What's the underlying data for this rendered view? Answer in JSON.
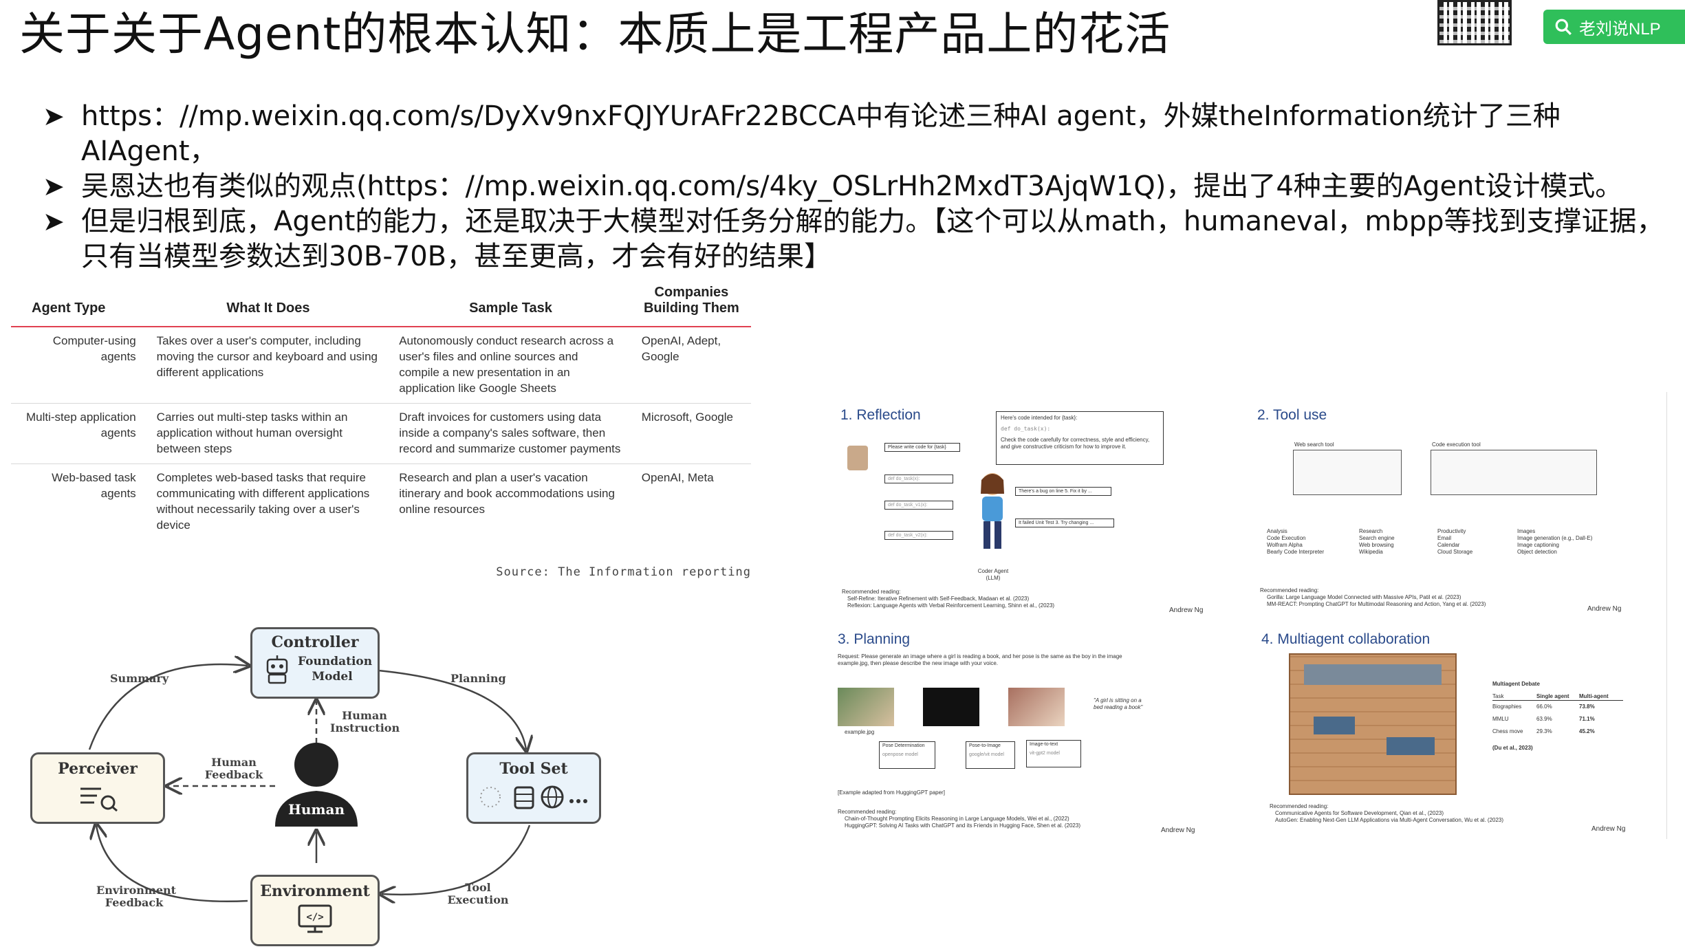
{
  "title": "关于关于Agent的根本认知：本质上是工程产品上的花活",
  "badge": {
    "icon": "search-icon",
    "label": "老刘说NLP",
    "color": "#2fbf5a"
  },
  "bullets": [
    "https：//mp.weixin.qq.com/s/DyXv9nxFQJYUrAFr22BCCA中有论述三种AI agent，外媒theInformation统计了三种AIAgent，",
    "吴恩达也有类似的观点(https：//mp.weixin.qq.com/s/4ky_OSLrHh2MxdT3AjqW1Q)，提出了4种主要的Agent设计模式。",
    "但是归根到底，Agent的能力，还是取决于大模型对任务分解的能力。【这个可以从math，humaneval，mbpp等找到支撑证据，只有当模型参数达到30B-70B，甚至更高，才会有好的结果】"
  ],
  "table": {
    "headers": [
      "Agent Type",
      "What It Does",
      "Sample Task",
      "Companies Building Them"
    ],
    "rows": [
      [
        "Computer-using agents",
        "Takes over a user's computer, including moving the cursor and keyboard and using different applications",
        "Autonomously conduct research across a user's files and online sources and compile a new presentation in an application like Google Sheets",
        "OpenAI, Adept, Google"
      ],
      [
        "Multi-step application agents",
        "Carries out multi-step tasks within an application without human oversight between steps",
        "Draft invoices for customers using data inside a company's sales software, then record and summarize customer payments",
        "Microsoft, Google"
      ],
      [
        "Web-based task agents",
        "Completes web-based tasks that require communicating with different applications without necessarily taking over a user's device",
        "Research and plan a user's vacation itinerary and book accommodations using online resources",
        "OpenAI, Meta"
      ]
    ],
    "source": "Source: The Information reporting"
  },
  "diagram": {
    "controller": "Controller",
    "foundation": "Foundation Model",
    "perceiver": "Perceiver",
    "toolset": "Tool Set",
    "environment": "Environment",
    "human": "Human",
    "labels": {
      "summary": "Summary",
      "planning": "Planning",
      "human_instruction": "Human Instruction",
      "human_feedback": "Human Feedback",
      "env_feedback": "Environment Feedback",
      "tool_execution": "Tool Execution"
    }
  },
  "panels": {
    "reflection": {
      "title": "1. Reflection",
      "box_top": "Here's code intended for {task}:",
      "box_top2": "Check the code carefully for correctness, style and efficiency, and give constructive criticism for how to improve it.",
      "prompt": "Please write code for {task}",
      "bubble1": "There's a bug on line 5. Fix it by ...",
      "bubble2": "It failed Unit Test 3. Try changing ...",
      "agent": "Coder Agent (LLM)",
      "reading": "Recommended reading:",
      "refs": [
        "Self-Refine: Iterative Refinement with Self-Feedback, Madaan et al. (2023)",
        "Reflexion: Language Agents with Verbal Reinforcement Learning, Shinn et al., (2023)"
      ],
      "author": "Andrew Ng"
    },
    "tooluse": {
      "title": "2. Tool use",
      "web": "Web search tool",
      "code": "Code execution tool",
      "cats": [
        {
          "name": "Analysis",
          "items": [
            "Code Execution",
            "Wolfram Alpha",
            "Bearly Code Interpreter"
          ]
        },
        {
          "name": "Research",
          "items": [
            "Search engine",
            "Web browsing",
            "Wikipedia"
          ]
        },
        {
          "name": "Productivity",
          "items": [
            "Email",
            "Calendar",
            "Cloud Storage"
          ]
        },
        {
          "name": "Images",
          "items": [
            "Image generation (e.g., Dall-E)",
            "Image captioning",
            "Object detection"
          ]
        }
      ],
      "reading": "Recommended reading:",
      "refs": [
        "Gorilla: Large Language Model Connected with Massive APIs, Patil et al. (2023)",
        "MM-REACT: Prompting ChatGPT for Multimodal Reasoning and Action, Yang et al. (2023)"
      ],
      "author": "Andrew Ng"
    },
    "planning": {
      "title": "3. Planning",
      "request": "Request: Please generate an image where a girl is reading a book, and her pose is the same as the boy in the image example.jpg, then please describe the new image with your voice.",
      "quote": "\"A girl is sitting on a bed reading a book\"",
      "example": "example.jpg",
      "steps": [
        "Pose Determination",
        "Pose-to-Image",
        "Image-to-text"
      ],
      "models": [
        "openpose model",
        "google/vit model",
        "vit-gpt2 model"
      ],
      "adapted": "[Example adapted from HuggingGPT paper]",
      "reading": "Recommended reading:",
      "refs": [
        "Chain-of-Thought Prompting Elicits Reasoning in Large Language Models, Wei et al., (2022)",
        "HuggingGPT: Solving AI Tasks with ChatGPT and its Friends in Hugging Face, Shen et al. (2023)"
      ],
      "author": "Andrew Ng"
    },
    "multiagent": {
      "title": "4. Multiagent collaboration",
      "debate_title": "Multiagent Debate",
      "debate_headers": [
        "Task",
        "Single agent",
        "Multi-agent"
      ],
      "debate_rows": [
        [
          "Biographies",
          "66.0%",
          "73.8%"
        ],
        [
          "MMLU",
          "63.9%",
          "71.1%"
        ],
        [
          "Chess move",
          "29.3%",
          "45.2%"
        ]
      ],
      "debate_cite": "(Du et al., 2023)",
      "reading": "Recommended reading:",
      "refs": [
        "Communicative Agents for Software Development, Qian et al., (2023)",
        "AutoGen: Enabling Next-Gen LLM Applications via Multi-Agent Conversation, Wu et al. (2023)"
      ],
      "author": "Andrew Ng"
    }
  }
}
